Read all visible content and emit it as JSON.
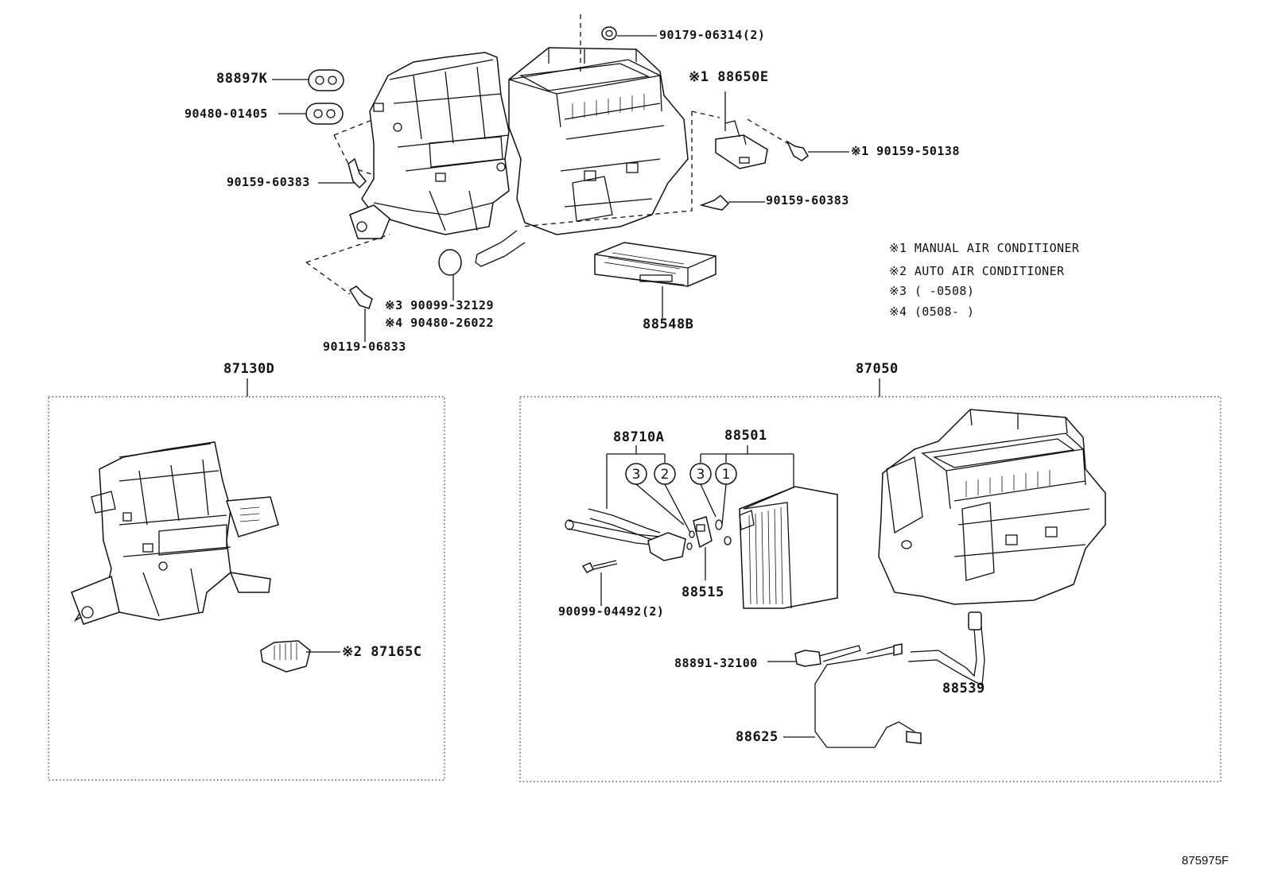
{
  "top_labels": {
    "nut_top": "90179-06314(2)",
    "grommet_k": "88897K",
    "grommet_2": "90480-01405",
    "sensor_e": "※1 88650E",
    "screw_left": "90159-60383",
    "screw_right_1": "※1 90159-50138",
    "screw_right_2": "90159-60383",
    "cap_a": "※3 90099-32129",
    "cap_b": "※4 90480-26022",
    "screw_bottom": "90119-06833",
    "filter": "88548B"
  },
  "notes": [
    "※1 MANUAL AIR CONDITIONER",
    "※2 AUTO AIR CONDITIONER",
    "※3 (     -0508)",
    "※4 (0508-      )"
  ],
  "left_box": {
    "title": "87130D",
    "resistor": "※2 87165C"
  },
  "right_box": {
    "title": "87050",
    "valve": "88710A",
    "evaporator": "88501",
    "valve_block": "88515",
    "bolt": "90099-04492(2)",
    "thermistor": "88891-32100",
    "hose": "88539",
    "harness": "88625",
    "circles": [
      "3",
      "2",
      "3",
      "1"
    ]
  },
  "diagram_code": "875975F"
}
